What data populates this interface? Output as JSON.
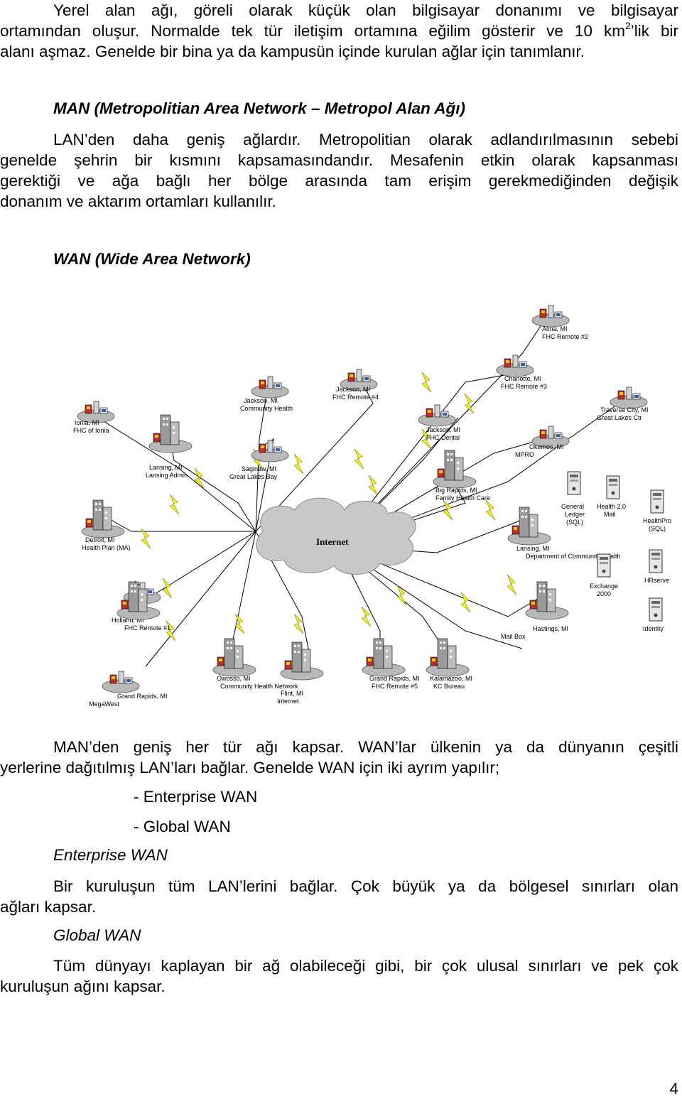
{
  "intro": {
    "line1": "Yerel alan ağı, göreli olarak küçük olan bilgisayar donanımı ve bilgisayar",
    "line2_pre": "ortamından oluşur. Normalde tek tür iletişim ortamına eğilim gösterir ve 10 km",
    "line2_sup": "2",
    "line2_post": "’lik bir",
    "line3": "alanı aşmaz. Genelde bir bina ya da kampusün içinde kurulan ağlar için tanımlanır."
  },
  "man": {
    "heading": "MAN (Metropolitian Area Network – Metropol Alan Ağı)",
    "line1": "LAN’den daha geniş ağlardır. Metropolitian olarak adlandırılmasının sebebi",
    "line2": "genelde şehrin bir kısmını kapsamasındandır. Mesafenin etkin olarak kapsanması",
    "line3": "gerektiği ve ağa bağlı her bölge arasında tam erişim gerekmediğinden değişik",
    "line4": "donanım ve aktarım ortamları kullanılır."
  },
  "wan": {
    "heading": "WAN (Wide Area Network)",
    "figure": {
      "center_label": "Internet",
      "nodes": [
        {
          "label1": "Alma, MI",
          "label2": "FHC Remote #2"
        },
        {
          "label1": "Charlotte, MI",
          "label2": "FHC Remote #3"
        },
        {
          "label1": "Jackson, MI",
          "label2": "FHC Remote #4"
        },
        {
          "label1": "Jackson, MI",
          "label2": "FHC Dental"
        },
        {
          "label1": "Ionia, MI",
          "label2": "FHC of Ionia"
        },
        {
          "label1": "Lansing, MI",
          "label2": "Lansing Admin"
        },
        {
          "label1": "Jackson, MI",
          "label2": "Community Health"
        },
        {
          "label1": "Saginaw, MI",
          "label2": "Great Lakes Bay"
        },
        {
          "label1": "Detroit, MI",
          "label2": "Health Plan (MA)"
        },
        {
          "label1": "Holland, MI",
          "label2": "FHC Remote #1"
        },
        {
          "label1": "Grand Rapids, MI",
          "label2": "MegaWest"
        },
        {
          "label1": "Owosso, MI",
          "label2": "Community Health Network"
        },
        {
          "label1": "Flint, MI",
          "label2": "Internet"
        },
        {
          "label1": "Grand Rapids, MI",
          "label2": "FHC Remote #5"
        },
        {
          "label1": "Kalamazoo, MI",
          "label2": "KC Bureau"
        },
        {
          "label1": "Hastings, MI",
          "label2": "Mail Box"
        },
        {
          "label1": "Lansing, MI",
          "label2": "Department of Community Health"
        },
        {
          "label1": "Okemos, MI",
          "label2": "MPRO"
        },
        {
          "label1": "Big Rapids, MI",
          "label2": "Family Health Care"
        },
        {
          "label1": "Traverse City, MI",
          "label2": "Great Lakes Ctr"
        }
      ],
      "servers": [
        {
          "label1": "General",
          "label2": "Ledger",
          "label3": "(SQL)"
        },
        {
          "label1": "Health 2.0",
          "label2": "Mail"
        },
        {
          "label1": "HealthPro",
          "label2": "(SQL)"
        },
        {
          "label1": "Exchange",
          "label2": "2000"
        },
        {
          "label1": "HRserve"
        },
        {
          "label1": "Identity"
        }
      ]
    }
  },
  "summary": {
    "line1": "MAN’den geniş her tür ağı kapsar. WAN’lar ülkenin ya da dünyanın çeşitli",
    "line2": "yerlerine dağıtılmış LAN’ları bağlar. Genelde WAN için iki ayrım yapılır;",
    "types": [
      "-  Enterprise WAN",
      "-  Global WAN"
    ]
  },
  "enterprise": {
    "heading": "Enterprise WAN",
    "line1": "Bir kuruluşun tüm LAN’lerini  bağlar. Çok büyük ya da bölgesel sınırları olan",
    "line2": "ağları kapsar."
  },
  "global": {
    "heading": "Global WAN",
    "line1": "Tüm dünyayı kaplayan bir ağ olabileceği gibi, bir çok ulusal sınırları ve pek çok",
    "line2": "kuruluşun ağını kapsar."
  },
  "page_number": "4"
}
